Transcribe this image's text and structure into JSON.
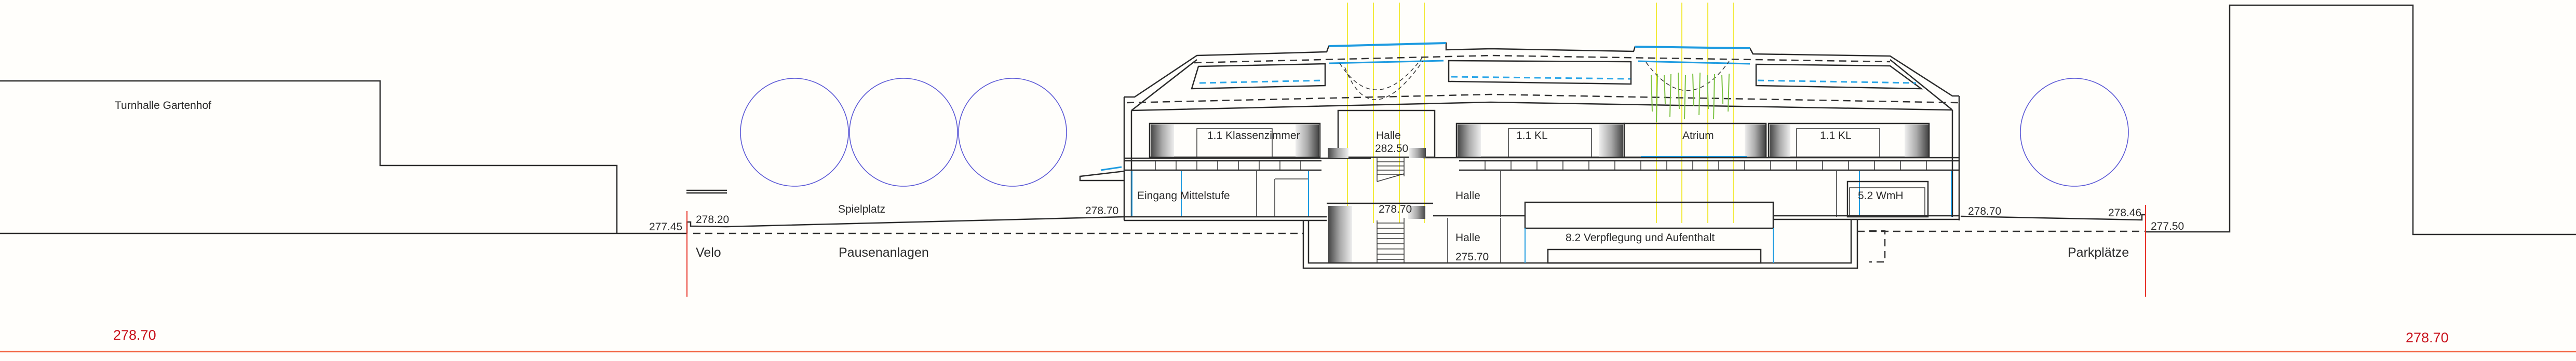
{
  "drawing": {
    "colors": {
      "line": "#2b2b2b",
      "red": "#c8101a",
      "blue": "#1e9be0",
      "tree": "#5a57d6",
      "light": "#f2ea3c",
      "plant": "#7cc242"
    },
    "neighbour": {
      "label": "Turnhalle Gartenhof"
    },
    "outdoor": {
      "spielplatz": "Spielplatz",
      "velo": "Velo",
      "pausenanlagen": "Pausenanlagen",
      "parkplaetze": "Parkplätze"
    },
    "elevations": {
      "left_ground": "277.45",
      "left_step": "278.20",
      "entrance_left": "278.70",
      "entrance_right": "278.70",
      "right_step": "278.46",
      "right_ground": "277.50",
      "upper_floor": "282.50",
      "ground_floor": "278.70",
      "basement": "275.70"
    },
    "rooms": {
      "classroom_left": "1.1 Klassenzimmer",
      "hall_upper": "Halle",
      "kl_middle": "1.1 KL",
      "atrium": "Atrium",
      "kl_right": "1.1 KL",
      "entrance": "Eingang Mittelstufe",
      "hall_ground": "Halle",
      "wmh": "5.2 WmH",
      "hall_basement": "Halle",
      "canteen": "8.2 Verpflegung und Aufenthalt"
    },
    "reference_levels": {
      "left": "278.70",
      "right": "278.70"
    }
  }
}
